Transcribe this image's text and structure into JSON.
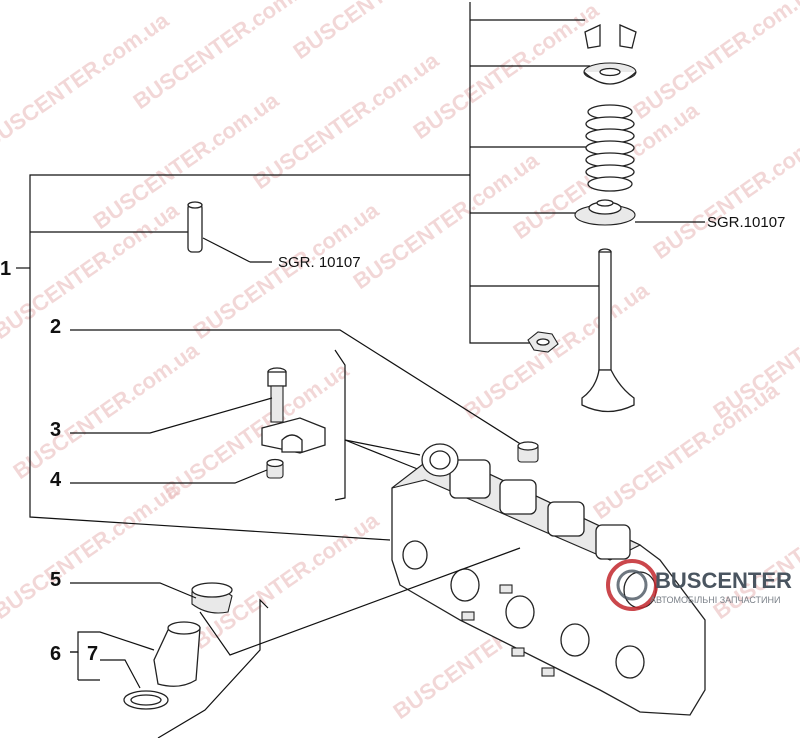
{
  "watermark": {
    "text": "BUSCENTER.com.ua"
  },
  "logo": {
    "name": "BUSCENTER",
    "tagline": "АВТОМОБІЛЬНІ ЗАПЧАСТИНИ"
  },
  "labels": {
    "group_1": "1",
    "part_2": "2",
    "part_3": "3",
    "part_4": "4",
    "part_5": "5",
    "group_6": "6",
    "part_7": "7",
    "ref_valve_guide": "SGR. 10107",
    "ref_valve_assembly": "SGR.10107"
  }
}
